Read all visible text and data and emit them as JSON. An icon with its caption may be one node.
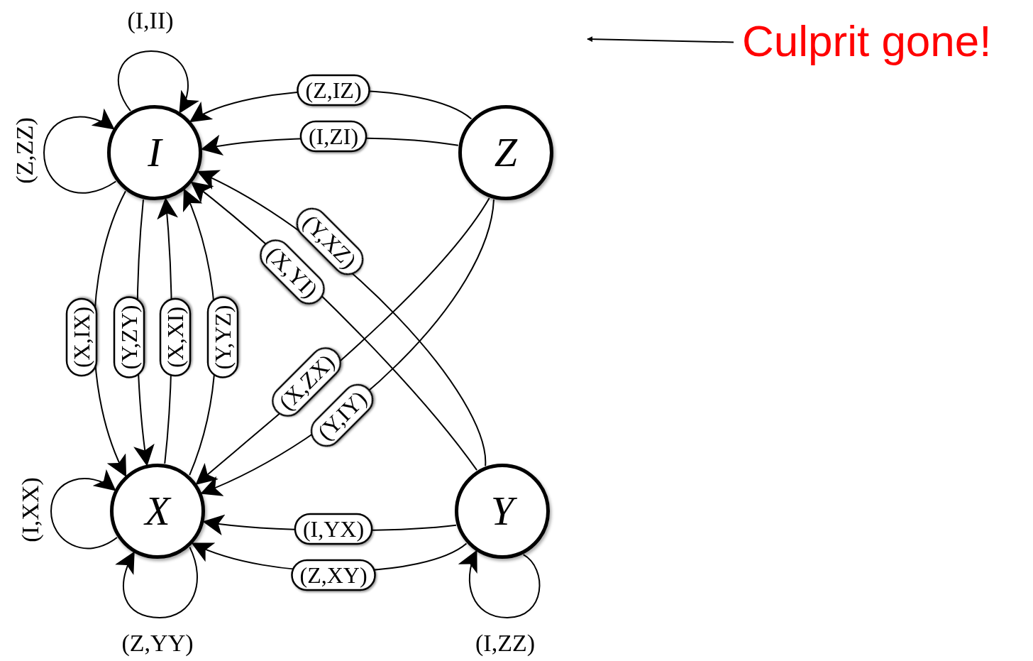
{
  "diagram": {
    "nodes": [
      {
        "text": [
          "I"
        ]
      },
      {
        "text": [
          "Z"
        ]
      },
      {
        "text": [
          "X"
        ]
      },
      {
        "text": [
          "Y"
        ]
      },
      {
        "text": [
          "Culprit gone!"
        ]
      }
    ],
    "edges": [
      {
        "from": 0,
        "to": 0,
        "arrow": "to",
        "label": "(I,II)"
      },
      {
        "from": 0,
        "to": 0,
        "arrow": "to",
        "label": "(Z,ZZ)"
      },
      {
        "from": 1,
        "to": 0,
        "arrow": "to",
        "label": "(Z,IZ)"
      },
      {
        "from": 1,
        "to": 0,
        "arrow": "to",
        "label": "(I,ZI)"
      },
      {
        "from": 3,
        "to": 0,
        "arrow": "to",
        "label": "(Y,XZ)"
      },
      {
        "from": 3,
        "to": 0,
        "arrow": "to",
        "label": "(X,YI)"
      },
      {
        "from": 0,
        "to": 2,
        "arrow": "to",
        "label": "(X,IX)"
      },
      {
        "from": 0,
        "to": 2,
        "arrow": "to",
        "label": "(Y,ZY)"
      },
      {
        "from": 2,
        "to": 0,
        "arrow": "to",
        "label": "(X,XI)"
      },
      {
        "from": 2,
        "to": 0,
        "arrow": "to",
        "label": "(Y,YZ)"
      },
      {
        "from": 1,
        "to": 2,
        "arrow": "to",
        "label": "(X,ZX)"
      },
      {
        "from": 1,
        "to": 2,
        "arrow": "to",
        "label": "(Y,IY)"
      },
      {
        "from": 3,
        "to": 2,
        "arrow": "to",
        "label": "(I,YX)"
      },
      {
        "from": 3,
        "to": 2,
        "arrow": "to",
        "label": "(Z,XY)"
      },
      {
        "from": 2,
        "to": 2,
        "arrow": "to",
        "label": "(I,XX)"
      },
      {
        "from": 2,
        "to": 2,
        "arrow": "to",
        "label": "(Z,YY)"
      },
      {
        "from": 3,
        "to": 3,
        "arrow": "to",
        "label": "(I,ZZ)"
      },
      {
        "from": 4,
        "to": null,
        "arrow": "to"
      }
    ]
  }
}
